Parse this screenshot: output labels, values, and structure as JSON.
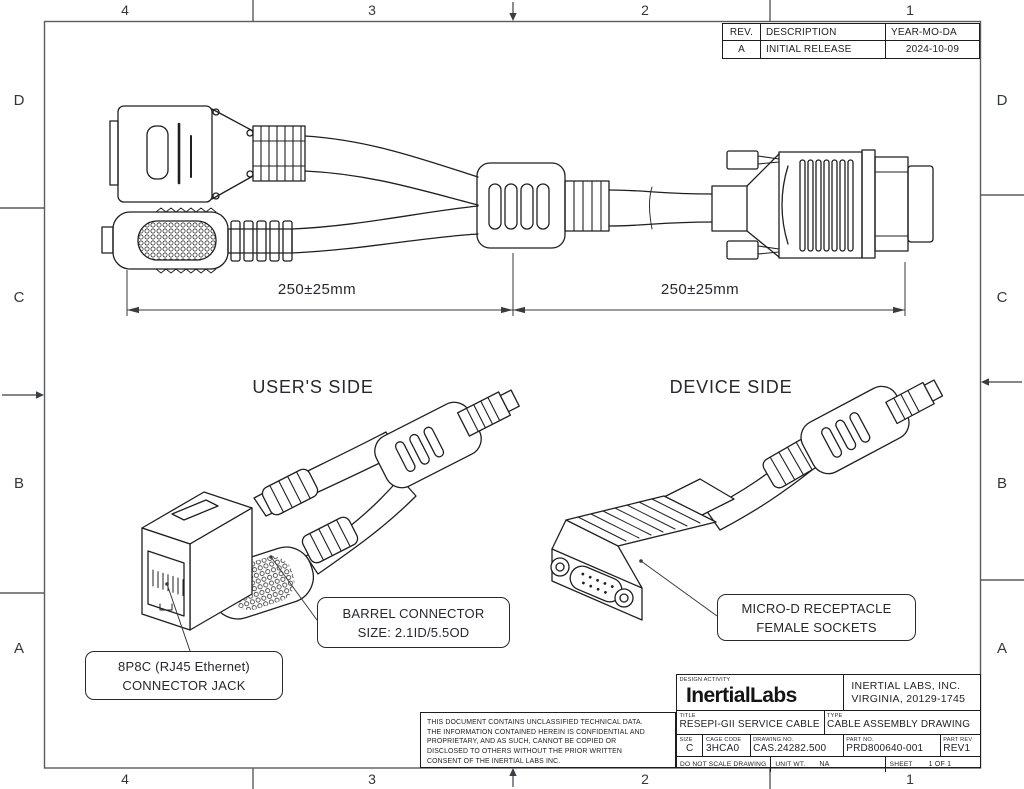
{
  "colors": {
    "line": "#1f1f1f",
    "frame": "#595b5e",
    "text": "#26282c"
  },
  "frame": {
    "zone_columns": [
      "4",
      "3",
      "2",
      "1"
    ],
    "zone_rows": [
      "D",
      "C",
      "B",
      "A"
    ]
  },
  "revision_table": {
    "headers": {
      "rev": "REV.",
      "description": "DESCRIPTION",
      "date": "YEAR-MO-DA"
    },
    "entry": {
      "rev": "A",
      "description": "INITIAL RELEASE",
      "date": "2024-10-09"
    }
  },
  "drawing": {
    "dimension_left": "250±25mm",
    "dimension_right": "250±25mm",
    "user_side_label": "USER'S SIDE",
    "device_side_label": "DEVICE SIDE",
    "callouts": {
      "rj45": {
        "line1": "8P8C (RJ45 Ethernet)",
        "line2": "CONNECTOR JACK"
      },
      "barrel": {
        "line1": "BARREL CONNECTOR",
        "line2": "SIZE: 2.1ID/5.5OD"
      },
      "microd": {
        "line1": "MICRO-D RECEPTACLE",
        "line2": "FEMALE SOCKETS"
      }
    }
  },
  "disclaimer": {
    "line1": "THIS DOCUMENT CONTAINS UNCLASSIFIED TECHNICAL DATA.",
    "line2": "THE INFORMATION CONTAINED HEREIN IS CONFIDENTIAL AND",
    "line3": "PROPRIETARY, AND AS SUCH, CANNOT BE COPIED OR",
    "line4": "DISCLOSED TO OTHERS WITHOUT THE PRIOR WRITTEN",
    "line5": "CONSENT OF THE INERTIAL LABS INC."
  },
  "title_block": {
    "design_activity_label": "DESIGN ACTIVITY",
    "logo_text": "InertialLabs",
    "company_line1": "INERTIAL LABS, INC.",
    "company_line2": "VIRGINIA, 20129-1745",
    "title_label": "TITLE",
    "title_value": "RESEPI-GII SERVICE CABLE",
    "type_label": "TYPE",
    "type_value": "CABLE ASSEMBLY DRAWING",
    "size_label": "SIZE",
    "size_value": "C",
    "cage_code_label": "CAGE CODE",
    "cage_code_value": "3HCA0",
    "drawing_no_label": "DRAWING NO.",
    "drawing_no_value": "CAS.24282.500",
    "part_no_label": "PART NO.",
    "part_no_value": "PRD800640-001",
    "part_rev_label": "PART REV",
    "part_rev_value": "REV1",
    "scale_note": "DO NOT SCALE DRAWING",
    "unit_wt_label": "UNIT WT.",
    "unit_wt_value": "NA",
    "sheet_label": "SHEET",
    "sheet_value": "1 OF 1"
  }
}
